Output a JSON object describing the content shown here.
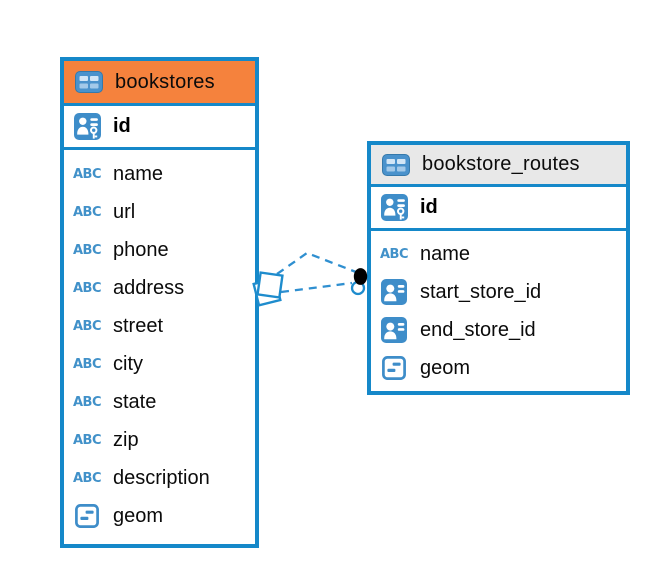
{
  "diagram": {
    "colors": {
      "entity_border_blue": "#1588c9",
      "icon_blue": "#3e8dc9",
      "abc_text_blue": "#4191c9",
      "bookstores_header_orange": "#f5823d",
      "routes_header_gray": "#e8e8e8",
      "relation_line_blue": "#2f8fd0",
      "relation_dot_black": "#000000",
      "label_text": "#0b0b0b"
    },
    "icons": {
      "text_type_label": "ABC",
      "table_icon": "table-grid-icon",
      "primary_key_icon": "person-key-icon",
      "reference_icon": "person-card-icon",
      "geometry_icon": "square-dashes-icon",
      "relation_source_marker": "stacked-squares-marker",
      "relation_target_marker": "black-dot-marker"
    },
    "tables": [
      {
        "title": "bookstores",
        "header_color": "#f5823d",
        "primary_key": {
          "name": "id",
          "type": "primary-key"
        },
        "columns": [
          {
            "name": "name",
            "type": "text"
          },
          {
            "name": "url",
            "type": "text"
          },
          {
            "name": "phone",
            "type": "text"
          },
          {
            "name": "address",
            "type": "text"
          },
          {
            "name": "street",
            "type": "text"
          },
          {
            "name": "city",
            "type": "text"
          },
          {
            "name": "state",
            "type": "text"
          },
          {
            "name": "zip",
            "type": "text"
          },
          {
            "name": "description",
            "type": "text"
          },
          {
            "name": "geom",
            "type": "geometry"
          }
        ]
      },
      {
        "title": "bookstore_routes",
        "header_color": "#e8e8e8",
        "primary_key": {
          "name": "id",
          "type": "primary-key"
        },
        "columns": [
          {
            "name": "name",
            "type": "text"
          },
          {
            "name": "start_store_id",
            "type": "reference"
          },
          {
            "name": "end_store_id",
            "type": "reference"
          },
          {
            "name": "geom",
            "type": "geometry"
          }
        ]
      }
    ],
    "relation": {
      "source_table": "bookstores",
      "target_table": "bookstore_routes",
      "line_style": "dashed",
      "line_count": 2
    }
  }
}
